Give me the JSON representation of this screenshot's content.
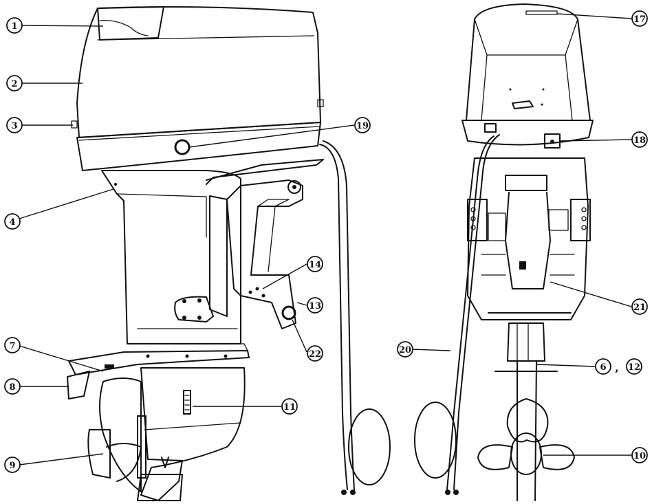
{
  "callouts": {
    "c1": "1",
    "c2": "2",
    "c3": "3",
    "c4": "4",
    "c6": "6",
    "c7": "7",
    "c8": "8",
    "c9": "9",
    "c10": "10",
    "c11": "11",
    "c12": "12",
    "c13": "13",
    "c14": "14",
    "c17": "17",
    "c18": "18",
    "c19": "19",
    "c20": "20",
    "c21": "21",
    "c22": "22",
    "separator": ","
  }
}
